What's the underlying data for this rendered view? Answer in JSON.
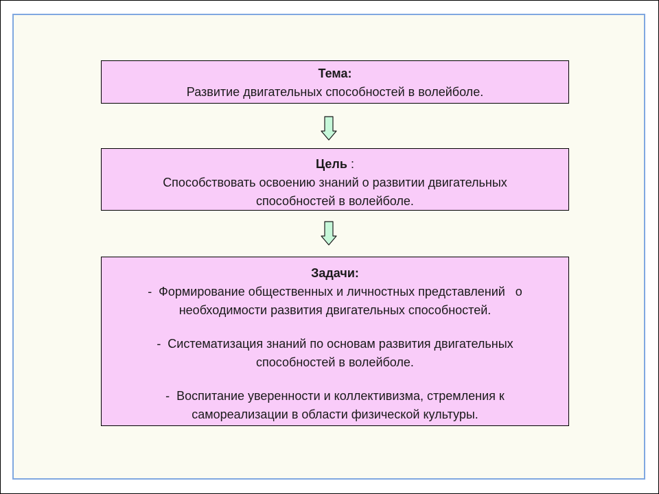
{
  "theme": {
    "heading": "Тема:",
    "text": "Развитие двигательных способностей в волейболе."
  },
  "goal": {
    "heading": "Цель",
    "suffix": " :",
    "line1": "Способствовать освоению знаний о развитии двигательных",
    "line2": "способностей в волейболе."
  },
  "tasks": {
    "heading": "Задачи:",
    "items": [
      {
        "line1": "-  Формирование общественных и личностных представлений   о",
        "line2": "необходимости развития двигательных способностей."
      },
      {
        "line1": "-  Систематизация знаний по основам развития двигательных",
        "line2": "способностей в волейболе."
      },
      {
        "line1": "-  Воспитание уверенности и коллективизма, стремления к",
        "line2": "самореализации в области физической культуры."
      }
    ]
  },
  "colors": {
    "box_fill": "#f9ccf9",
    "frame_border": "#7fa7e0",
    "frame_fill": "#fbfbf1",
    "arrow_fill": "#c6f7d9"
  },
  "icons": [
    "down-arrow-icon",
    "down-arrow-icon"
  ]
}
